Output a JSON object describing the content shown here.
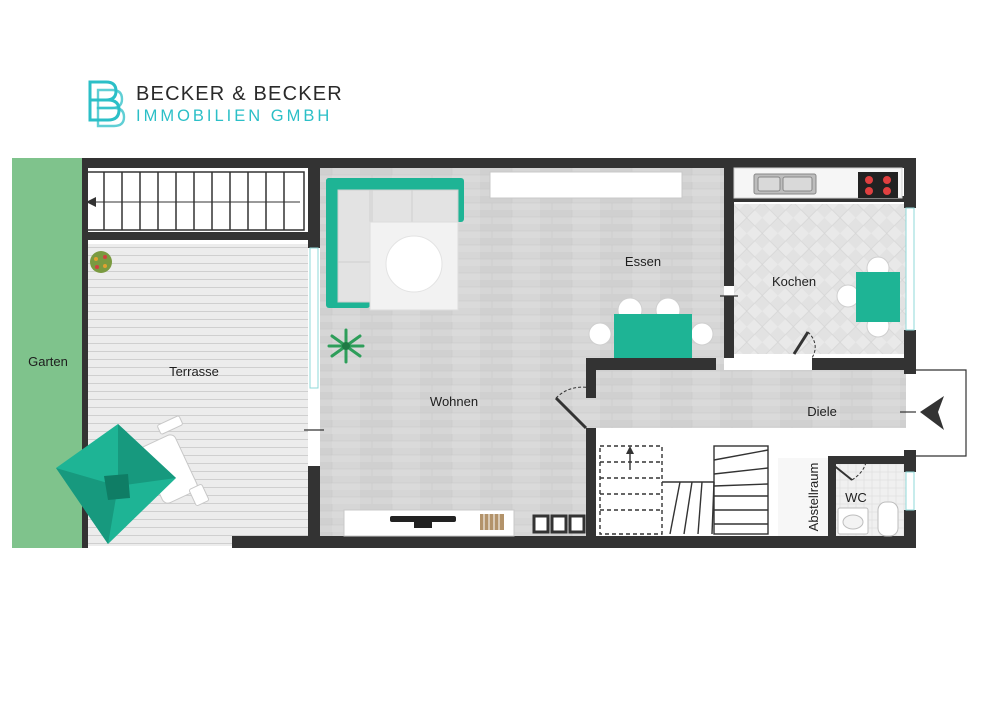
{
  "logo": {
    "line1": "BECKER & BECKER",
    "line2": "IMMOBILIEN GMBH",
    "brand_colors": {
      "primary": "#2bbfc7",
      "text": "#2a2a2a"
    }
  },
  "rooms": {
    "garten": "Garten",
    "terrasse": "Terrasse",
    "wohnen": "Wohnen",
    "essen": "Essen",
    "kochen": "Kochen",
    "diele": "Diele",
    "abstellraum": "Abstellraum",
    "wc": "WC"
  },
  "colors": {
    "wall": "#333333",
    "garden": "#7fc38c",
    "furniture_accent": "#1eb495",
    "floor_wood": "#d4d4d4",
    "terrace_deck": "#e8e8e8"
  },
  "icons": {
    "entrance": "triangle-left-icon"
  }
}
